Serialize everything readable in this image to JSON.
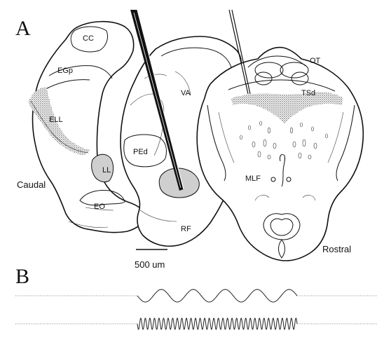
{
  "panels": {
    "a": "A",
    "b": "B"
  },
  "orientation": {
    "caudal": "Caudal",
    "rostral": "Rostral"
  },
  "regions": {
    "cc": "CC",
    "egp": "EGp",
    "ell": "ELL",
    "ll": "LL",
    "eo": "EO",
    "ped": "PEd",
    "va": "VA",
    "rf": "RF",
    "ot": "OT",
    "tsd": "TSd",
    "mlf": "MLF"
  },
  "scale_bar": {
    "label": "500 um"
  },
  "traces": [
    {
      "cycles": 5
    },
    {
      "cycles": 35
    }
  ]
}
